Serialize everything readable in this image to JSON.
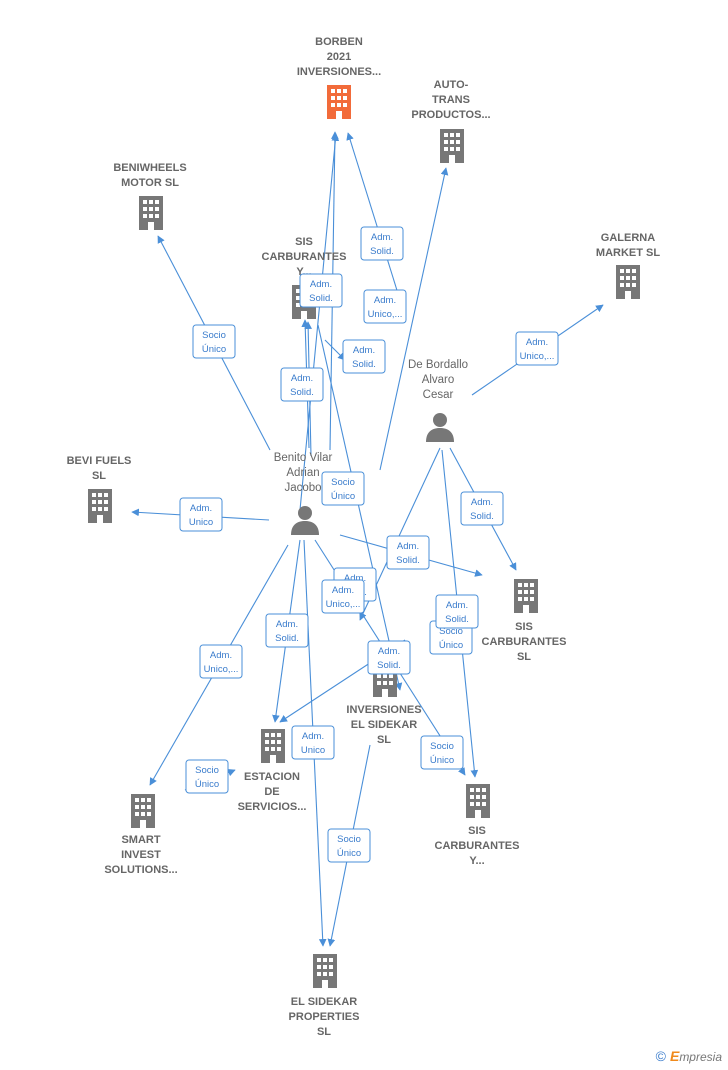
{
  "colors": {
    "edge": "#4a8fd8",
    "node": "#777777",
    "highlight": "#f26b3a"
  },
  "nodes": [
    {
      "id": "borben",
      "type": "company",
      "highlight": true,
      "label": [
        "BORBEN",
        "2021",
        "INVERSIONES..."
      ]
    },
    {
      "id": "autotrans",
      "type": "company",
      "label": [
        "AUTO-",
        "TRANS",
        "PRODUCTOS..."
      ]
    },
    {
      "id": "beniwheels",
      "type": "company",
      "label": [
        "BENIWHEELS",
        "MOTOR  SL"
      ]
    },
    {
      "id": "galerna",
      "type": "company",
      "label": [
        "GALERNA",
        "MARKET  SL"
      ]
    },
    {
      "id": "sisy_top",
      "type": "company",
      "label": [
        "SIS",
        "CARBURANTES",
        "Y..."
      ]
    },
    {
      "id": "bevi",
      "type": "company",
      "label": [
        "BEVI FUELS",
        "SL"
      ]
    },
    {
      "id": "sis_sl",
      "type": "company",
      "label": [
        "SIS",
        "CARBURANTES",
        "SL"
      ]
    },
    {
      "id": "sidekar_inv",
      "type": "company",
      "label": [
        "INVERSIONES",
        "EL SIDEKAR",
        "SL"
      ]
    },
    {
      "id": "estacion",
      "type": "company",
      "label": [
        "ESTACION",
        "DE",
        "SERVICIOS..."
      ]
    },
    {
      "id": "smart",
      "type": "company",
      "label": [
        "SMART",
        "INVEST",
        "SOLUTIONS..."
      ]
    },
    {
      "id": "sisy_bot",
      "type": "company",
      "label": [
        "SIS",
        "CARBURANTES",
        "Y..."
      ]
    },
    {
      "id": "sidekar_prop",
      "type": "company",
      "label": [
        "EL SIDEKAR",
        "PROPERTIES",
        "SL"
      ]
    },
    {
      "id": "bordallo",
      "type": "person",
      "label": [
        "De Bordallo",
        "Alvaro",
        "Cesar"
      ]
    },
    {
      "id": "benito",
      "type": "person",
      "label": [
        "Benito Vilar",
        "Adrian",
        "Jacobo"
      ]
    }
  ],
  "relations": [
    {
      "id": "r1",
      "label": [
        "Adm.",
        "Solid."
      ]
    },
    {
      "id": "r2",
      "label": [
        "Adm.",
        "Solid."
      ]
    },
    {
      "id": "r3",
      "label": [
        "Adm.",
        "Unico,..."
      ]
    },
    {
      "id": "r4",
      "label": [
        "Adm.",
        "Solid."
      ]
    },
    {
      "id": "r5",
      "label": [
        "Adm.",
        "Unico,..."
      ]
    },
    {
      "id": "r6",
      "label": [
        "Socio",
        "Único"
      ]
    },
    {
      "id": "r7",
      "label": [
        "Adm.",
        "Solid."
      ]
    },
    {
      "id": "r8",
      "label": [
        "Socio",
        "Único"
      ]
    },
    {
      "id": "r9",
      "label": [
        "Adm.",
        "Unico"
      ]
    },
    {
      "id": "r10",
      "label": [
        "Adm.",
        "Solid."
      ]
    },
    {
      "id": "r11",
      "label": [
        "Adm.",
        "Solid."
      ]
    },
    {
      "id": "r12",
      "label": [
        "Adm.",
        "Solid."
      ]
    },
    {
      "id": "r13",
      "label": [
        "Adm.",
        "Unico,..."
      ]
    },
    {
      "id": "r14",
      "label": [
        "Adm.",
        "Solid."
      ]
    },
    {
      "id": "r15",
      "label": [
        "Socio",
        "Único"
      ]
    },
    {
      "id": "r16",
      "label": [
        "Adm.",
        "Solid."
      ]
    },
    {
      "id": "r17",
      "label": [
        "Adm.",
        "Solid."
      ]
    },
    {
      "id": "r18",
      "label": [
        "Adm.",
        "Unico,..."
      ]
    },
    {
      "id": "r19",
      "label": [
        "Adm.",
        "Unico"
      ]
    },
    {
      "id": "r20",
      "label": [
        "Socio",
        "Único"
      ]
    },
    {
      "id": "r21",
      "label": [
        "Socio",
        "Único"
      ]
    },
    {
      "id": "r22",
      "label": [
        "Socio",
        "Único"
      ]
    }
  ],
  "footer": {
    "copyright": "©",
    "brand_initial": "E",
    "brand_rest": "mpresia"
  }
}
